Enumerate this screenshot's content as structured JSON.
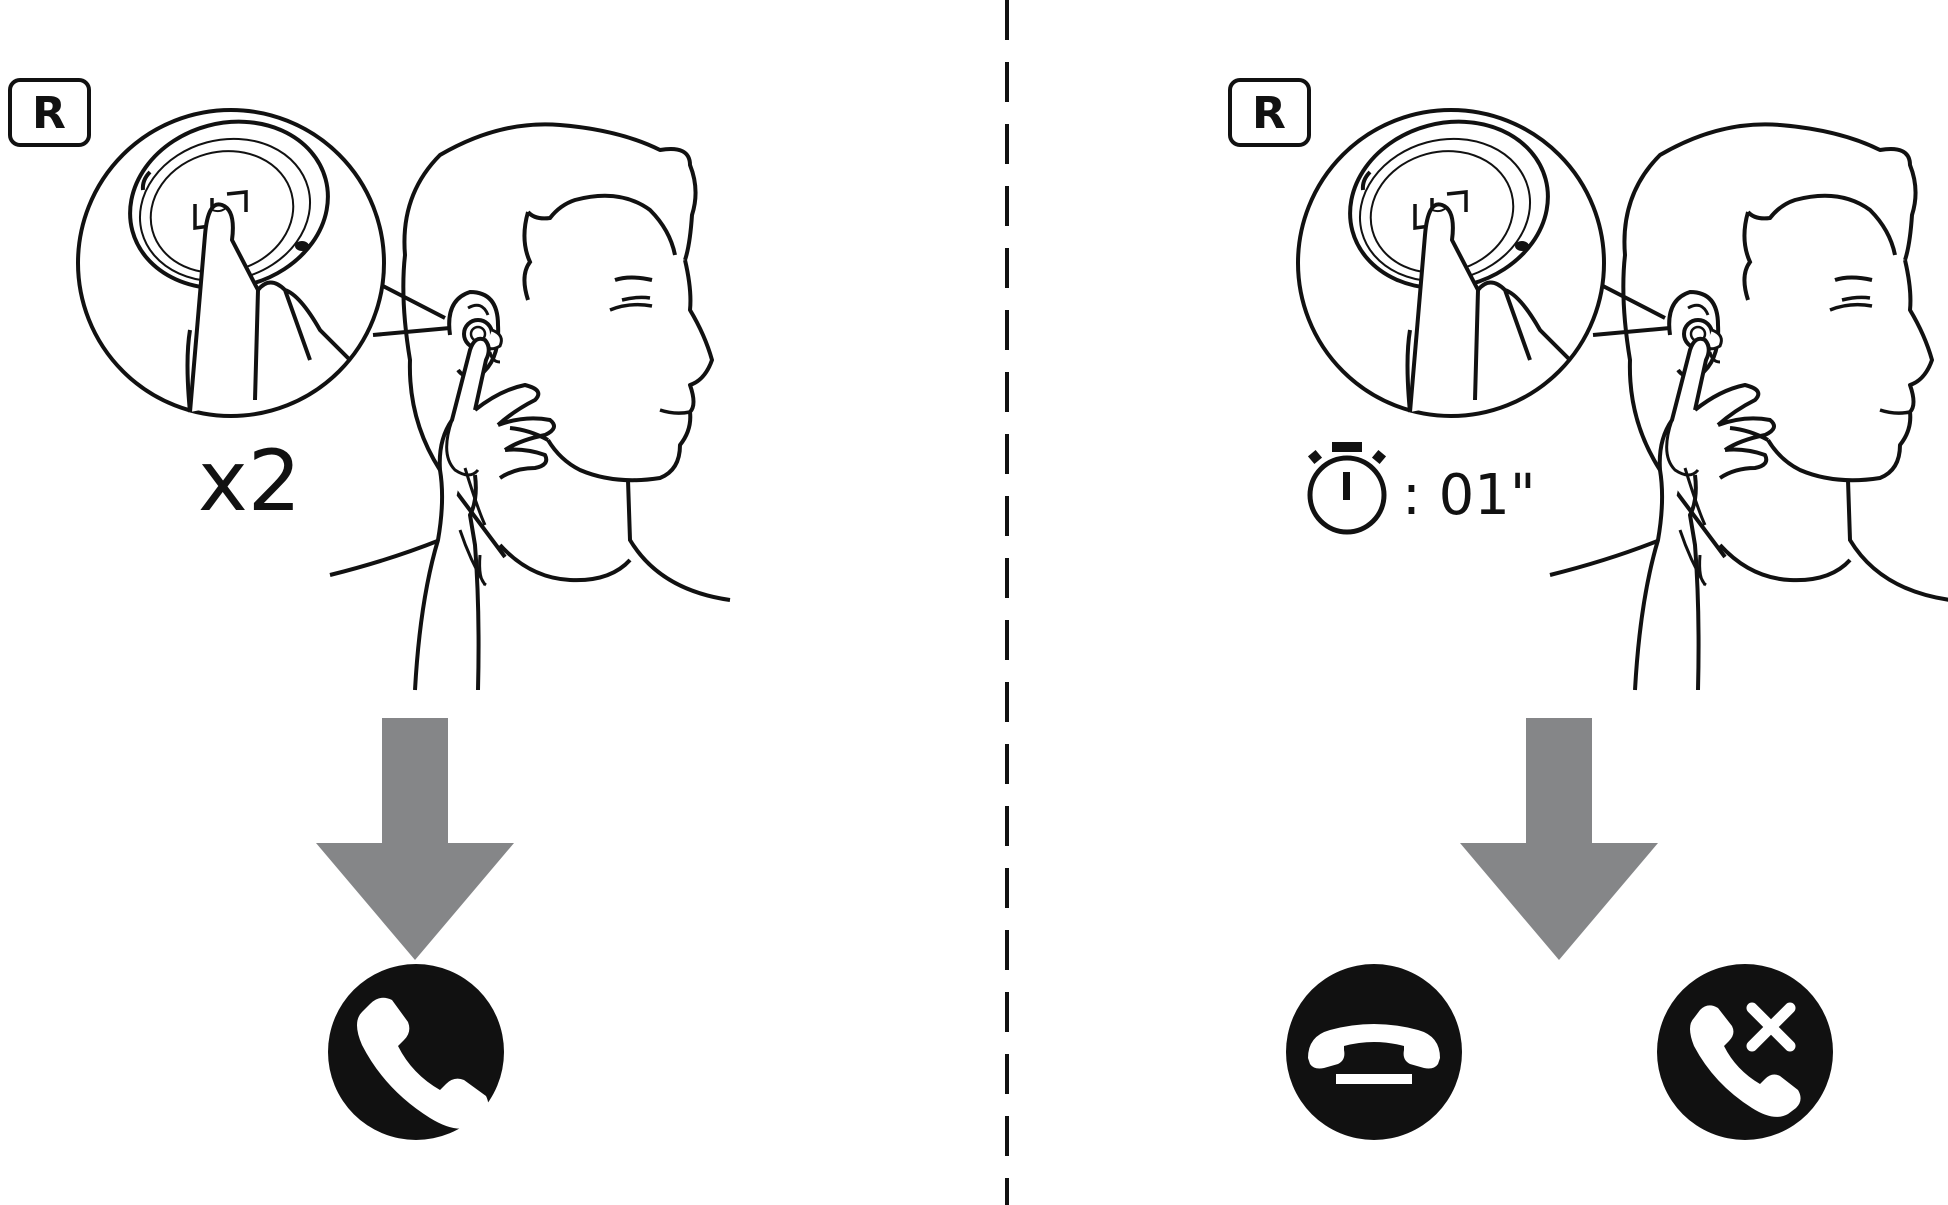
{
  "colors": {
    "ink": "#111111",
    "arrow": "#858688",
    "background": "#ffffff"
  },
  "panels": [
    {
      "side_label": "R",
      "gesture": "x2",
      "result_icons": [
        "answer-call-icon"
      ]
    },
    {
      "side_label": "R",
      "hold_timer_icon": "stopwatch-icon",
      "gesture": ": 01\"",
      "result_icons": [
        "end-call-icon",
        "reject-call-icon"
      ]
    }
  ],
  "divider": "dashed-vertical-line"
}
